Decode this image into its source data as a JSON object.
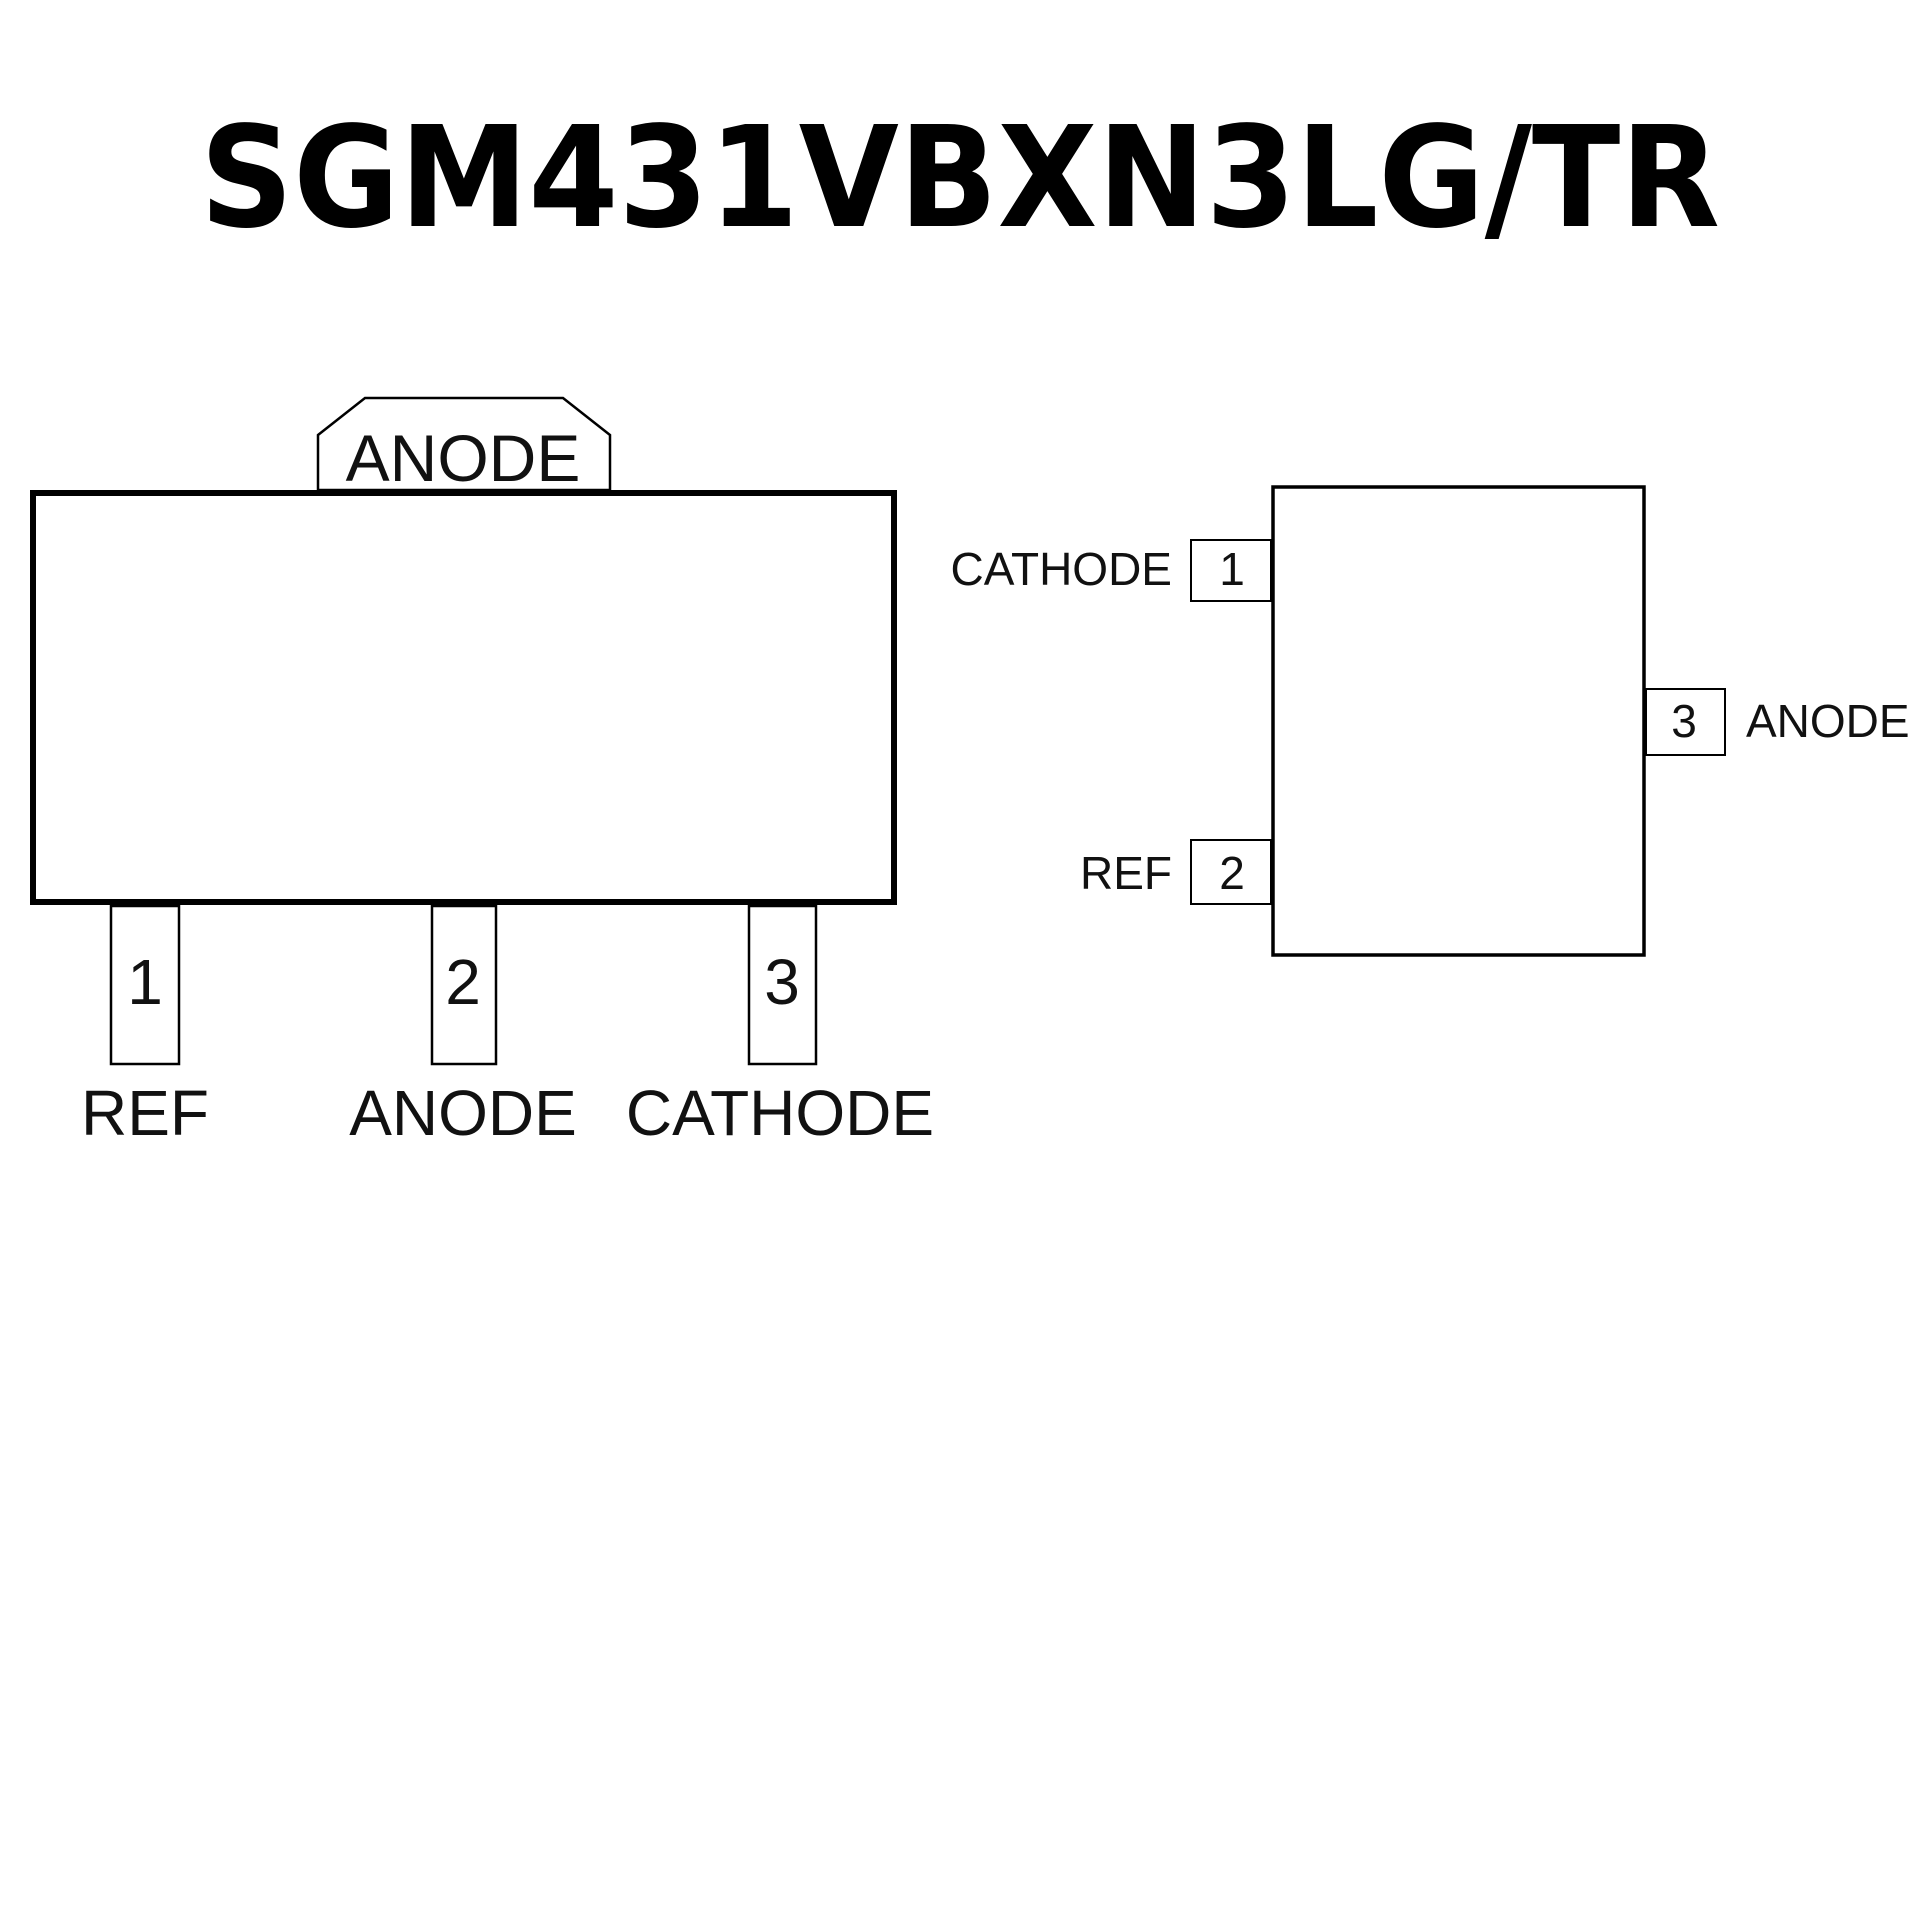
{
  "title": "SGM431VBXN3LG/TR",
  "colors": {
    "ink": "#000000",
    "background": "#ffffff"
  },
  "package_top_view": {
    "tab_label": "ANODE",
    "pins": [
      {
        "number": "1",
        "name": "REF"
      },
      {
        "number": "2",
        "name": "ANODE"
      },
      {
        "number": "3",
        "name": "CATHODE"
      }
    ]
  },
  "schematic_symbol": {
    "pins": [
      {
        "number": "1",
        "name": "CATHODE"
      },
      {
        "number": "2",
        "name": "REF"
      },
      {
        "number": "3",
        "name": "ANODE"
      }
    ]
  }
}
